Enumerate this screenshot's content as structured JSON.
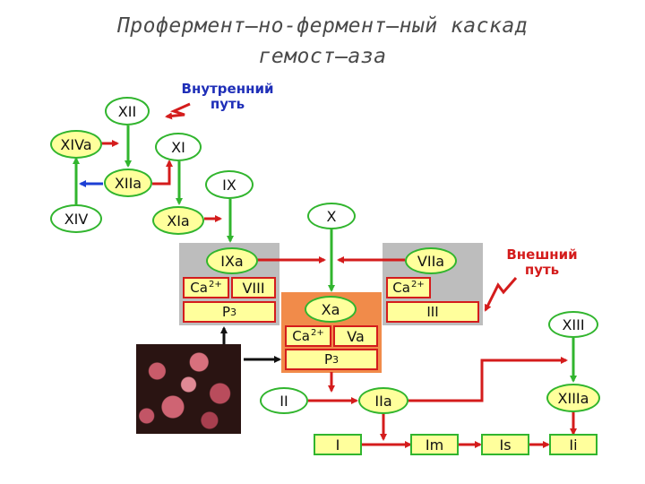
{
  "title": {
    "line1": "Профермент̶но-фермент̶ный каскад",
    "line2": "гемост̶аза"
  },
  "labels": {
    "intrinsic_line1": "Внутренний",
    "intrinsic_line2": "путь",
    "extrinsic_line1": "Внешний",
    "extrinsic_line2": "путь"
  },
  "factors": {
    "xii": "XII",
    "xiva": "XIVa",
    "xi": "XI",
    "xiia": "XIIa",
    "ix": "IX",
    "xiv": "XIV",
    "xia": "XIa",
    "x": "X",
    "ixa": "IXa",
    "viii": "VIII",
    "p3_left": "P",
    "p3_sub": "3",
    "viia": "VIIa",
    "iii": "III",
    "xa": "Xa",
    "va": "Va",
    "p3_mid": "P",
    "xiii": "XIII",
    "xiiia": "XIIIa",
    "ii": "II",
    "iia": "IIa",
    "i": "I",
    "im": "Im",
    "is": "Is",
    "ii_final": "Ii",
    "ca": "Ca",
    "ca_charge": "2+"
  },
  "colors": {
    "green": "#31b52e",
    "red": "#d41c1c",
    "blue": "#1c3fd4",
    "yellow": "#ffff9c",
    "gray": "#bdbdbd",
    "orange": "#f18b4a",
    "title": "#4a4a4a",
    "label_blue": "#1f2fb8"
  }
}
